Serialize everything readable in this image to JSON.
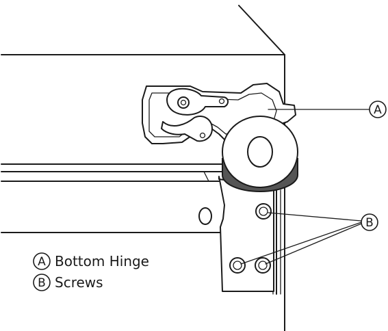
{
  "callouts": {
    "a": {
      "letter": "A"
    },
    "b": {
      "letter": "B"
    }
  },
  "legend": {
    "items": [
      {
        "letter": "A",
        "text": "Bottom Hinge"
      },
      {
        "letter": "B",
        "text": "Screws"
      }
    ]
  },
  "colors": {
    "line": "#1a1a1a",
    "background": "#ffffff",
    "roller_band": "#555555"
  }
}
